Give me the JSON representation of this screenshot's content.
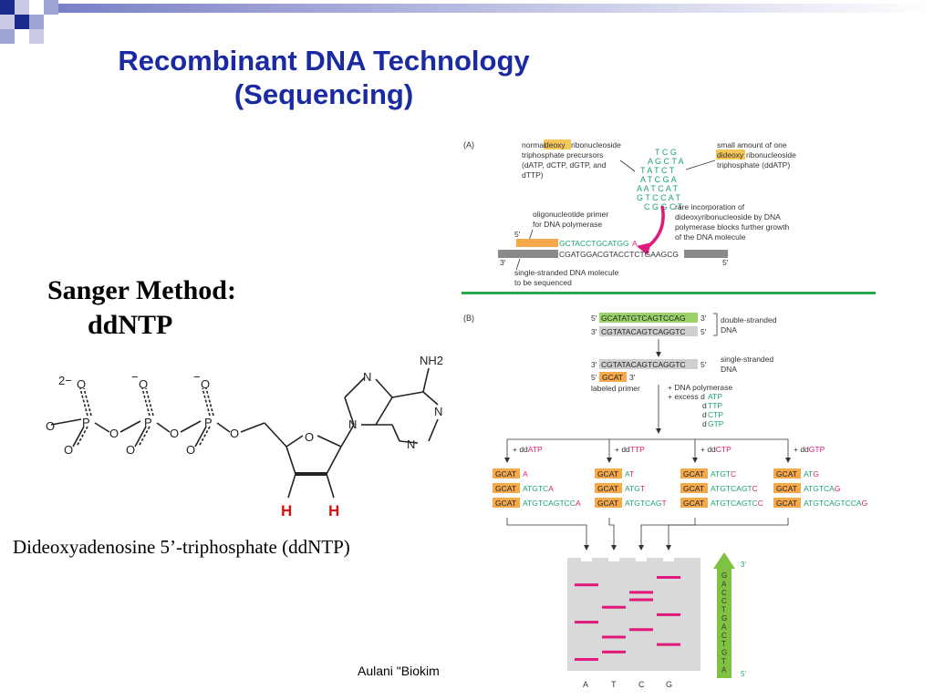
{
  "slide": {
    "title_line1": "Recombinant DNA Technology",
    "title_line2": "(Sequencing)",
    "sanger_line1": "Sanger Method:",
    "sanger_line2": "ddNTP",
    "caption": "Dideoxyadenosine 5’-triphosphate (ddNTP)",
    "footer": "Aulani \"Biokim",
    "accent_color": "#1a2aa0"
  },
  "molecule": {
    "charge_2": "2−",
    "charge_1a": "−",
    "charge_1b": "−",
    "P": "P",
    "O": "O",
    "N": "N",
    "NH2": "NH2",
    "H_left": "H",
    "H_right": "H"
  },
  "panel_a": {
    "label": "(A)",
    "normal_l1": "normal",
    "normal_hl": "deoxy",
    "normal_l1b": "ribonucleoside",
    "normal_l2": "triphosphate precursors",
    "normal_l3": "(dATP, dCTP, dGTP, and",
    "normal_l4": "dTTP)",
    "small_l1": "small amount of one",
    "small_hl": "dideoxy",
    "small_l2b": "ribonucleoside",
    "small_l3": "triphosphate (ddATP)",
    "cloud": [
      "T C G",
      "A G C T A",
      "T A T C T",
      "A T C G A",
      "A A T C A T",
      "G T C C A T",
      "C G G C T"
    ],
    "rare_l1": "rare incorporation of",
    "rare_l2": "dideoxyribonucleoside by DNA",
    "rare_l3": "polymerase blocks further growth",
    "rare_l4": "of the DNA molecule",
    "primer_l1": "oligonucleotide primer",
    "primer_l2": "for DNA polymerase",
    "five_prime": "5'",
    "three_prime": "3'",
    "primer_seq": "GCTACCTGCATGG",
    "primer_end": "A",
    "template_seq": "CGATGGACGTACCTCTGAAGCG",
    "ss_l1": "single-stranded DNA molecule",
    "ss_l2": "to be sequenced",
    "template_5": "5'"
  },
  "panel_b": {
    "label": "(B)",
    "ds_top": "GCATATGTCAGTCCAG",
    "ds_bottom": "CGTATACAGTCAGGTC",
    "ds_l1": "double-stranded",
    "ds_l2": "DNA",
    "ss_seq": "CGTATACAGTCAGGTC",
    "ss_l1": "single-stranded",
    "ss_l2": "DNA",
    "primer": "GCAT",
    "labeled_primer": "labeled primer",
    "poly_l1": "+ DNA polymerase",
    "poly_l2": "+ excess d",
    "dntp_prefix": "d",
    "dntps": [
      "ATP",
      "TTP",
      "CTP",
      "GTP"
    ],
    "ddntp_prefix": "+ dd",
    "prime5": "5'",
    "prime3": "3'",
    "lanes": [
      {
        "dd": "ATP",
        "products": [
          "A",
          "ATGTCA",
          "ATGTCAGTCCA"
        ]
      },
      {
        "dd": "TTP",
        "products": [
          "AT",
          "ATGT",
          "ATGTCAGT"
        ]
      },
      {
        "dd": "CTP",
        "products": [
          "ATGTC",
          "ATGTCAGTC",
          "ATGTCAGTCC"
        ]
      },
      {
        "dd": "GTP",
        "products": [
          "ATG",
          "ATGTCAG",
          "ATGTCAGTCCAG"
        ]
      }
    ],
    "gel_labels": [
      "A",
      "T",
      "C",
      "G"
    ],
    "read_seq": [
      "G",
      "A",
      "C",
      "C",
      "T",
      "G",
      "A",
      "C",
      "T",
      "G",
      "T",
      "A"
    ],
    "read_top": "3'",
    "read_bottom": "5'"
  },
  "colors": {
    "primer_orange": "#f5a94a",
    "green_dna": "#9bd36a",
    "magenta": "#e0197a",
    "teal": "#1aa36e",
    "gel_bg": "#d9d9d9",
    "arrow_green": "#7fc241",
    "separator_green": "#2aa64a"
  }
}
